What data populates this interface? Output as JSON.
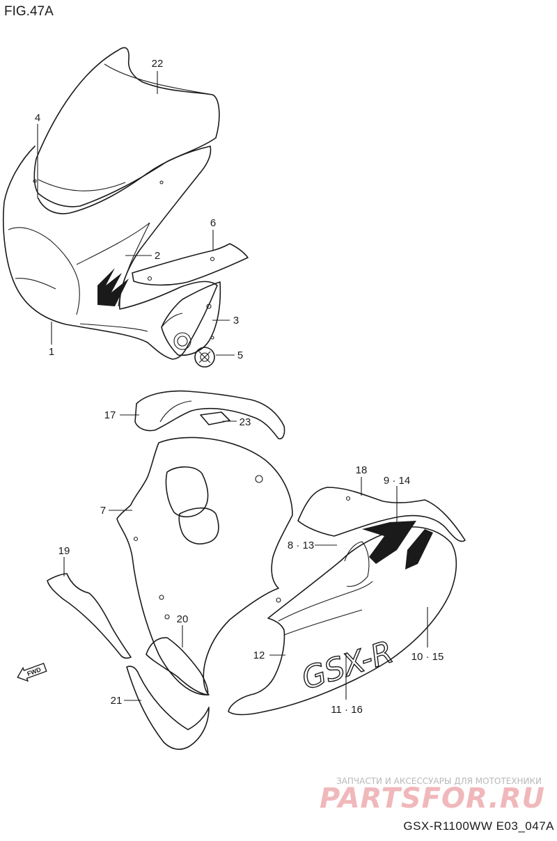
{
  "figure": {
    "title": "FIG.47A",
    "model_code": "GSX-R1100WW  E03_047A"
  },
  "watermark": {
    "tagline": "ЗАПЧАСТИ И АКСЕССУАРЫ ДЛЯ МОТОТЕХНИКИ",
    "brand": "PARTSFOR.RU"
  },
  "direction_badge": {
    "label": "FWD",
    "icon": "fwd-arrow-icon"
  },
  "callouts": [
    {
      "id": "22",
      "label": "22"
    },
    {
      "id": "4",
      "label": "4"
    },
    {
      "id": "6",
      "label": "6"
    },
    {
      "id": "2",
      "label": "2"
    },
    {
      "id": "3",
      "label": "3"
    },
    {
      "id": "1",
      "label": "1"
    },
    {
      "id": "5",
      "label": "5"
    },
    {
      "id": "17",
      "label": "17"
    },
    {
      "id": "23",
      "label": "23"
    },
    {
      "id": "18",
      "label": "18"
    },
    {
      "id": "9-14",
      "label": "9 · 14"
    },
    {
      "id": "7",
      "label": "7"
    },
    {
      "id": "8-13",
      "label": "8 · 13"
    },
    {
      "id": "19",
      "label": "19"
    },
    {
      "id": "20",
      "label": "20"
    },
    {
      "id": "12",
      "label": "12"
    },
    {
      "id": "10-15",
      "label": "10 · 15"
    },
    {
      "id": "21",
      "label": "21"
    },
    {
      "id": "11-16",
      "label": "11 · 16"
    }
  ]
}
